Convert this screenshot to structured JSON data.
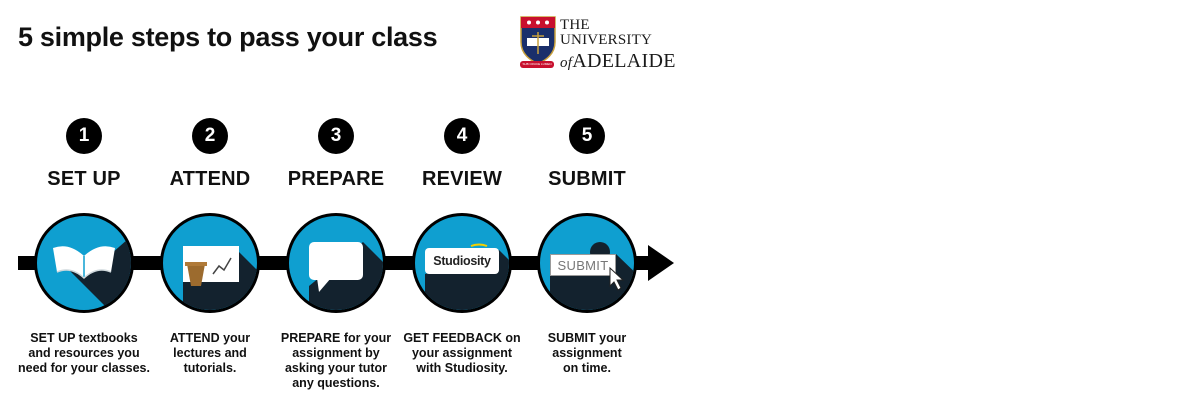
{
  "title": "5 simple steps to pass your class",
  "logo": {
    "line1": "THE UNIVERSITY",
    "of": "of",
    "line2": "ADELAIDE",
    "motto": "SUB CRUCE LUMEN"
  },
  "steps": [
    {
      "number": "1",
      "title": "SET UP",
      "icon": "open-book-icon",
      "description": "SET UP textbooks\nand resources you\nneed for your classes."
    },
    {
      "number": "2",
      "title": "ATTEND",
      "icon": "lecture-board-icon",
      "description": "ATTEND your\nlectures and\ntutorials."
    },
    {
      "number": "3",
      "title": "PREPARE",
      "icon": "speech-bubble-icon",
      "description": "PREPARE for your\nassignment by\nasking your tutor\nany questions."
    },
    {
      "number": "4",
      "title": "REVIEW",
      "icon": "studiosity-logo-icon",
      "card_text": "Studiosity",
      "description": "GET FEEDBACK on\nyour assignment\nwith Studiosity."
    },
    {
      "number": "5",
      "title": "SUBMIT",
      "icon": "submit-button-icon",
      "card_text": "SUBMIT",
      "description": "SUBMIT your\nassignment\non time."
    }
  ],
  "colors": {
    "circle_fill": "#0f9fd0",
    "shadow": "#13222e",
    "accent_red": "#c8102e",
    "accent_yellow": "#f5d000"
  }
}
